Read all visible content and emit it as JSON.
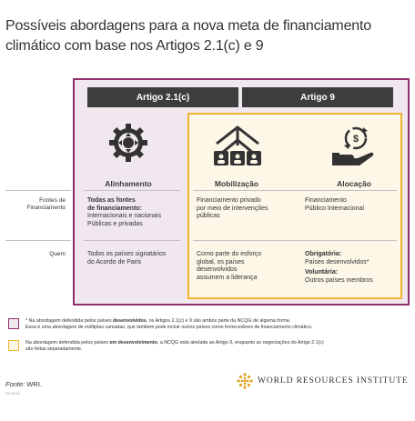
{
  "title": "Possíveis abordagens para a nova meta de financiamento climático com base nos Artigos 2.1(c) e 9",
  "headers": {
    "article21": "Artigo 2.1(c)",
    "article9": "Artigo 9"
  },
  "columns": {
    "alignment": "Alinhamento",
    "mobilization": "Mobilização",
    "allocation": "Alocação"
  },
  "rows": {
    "sources_label_1": "Fontes de",
    "sources_label_2": "Financiamento",
    "who_label": "Quem"
  },
  "cells": {
    "alignment_sources_bold_1": "Todas as fontes",
    "alignment_sources_bold_2": "de financiamento:",
    "alignment_sources_text_1": "Internacionais e nacionais",
    "alignment_sources_text_2": "Públicas e privadas",
    "mobilization_sources_1": "Financiamento privado",
    "mobilization_sources_2": "por meio de intervenções",
    "mobilization_sources_3": "públicas",
    "allocation_sources_1": "Financiamento",
    "allocation_sources_2": "Público Internacional",
    "alignment_who_1": "Todos os países signatários",
    "alignment_who_2": "do Acordo de Paris",
    "mobilization_who_1": "Como parte do esforço",
    "mobilization_who_2": "global, os países",
    "mobilization_who_3": "desenvolvidos",
    "mobilization_who_4": "assumem a liderança",
    "allocation_who_bold_1": "Obrigatória:",
    "allocation_who_text_1": "Países desenvolvidos*",
    "allocation_who_bold_2": "Voluntária:",
    "allocation_who_text_2": "Outros países membros"
  },
  "legend": {
    "pink_1_pre": "* Na abordagem defendida pelos países ",
    "pink_1_bold": "desenvolvidos",
    "pink_1_post": ", os Artigos 2.1(c) e 9 são ambos parte da NCQG de alguma forma.",
    "pink_2": "Essa é uma abordagem de múltiplas camadas, que também pode incluir outros países como fornecedores de financiamento climático.",
    "yellow_1_pre": "Na abordagem defendida pelos países ",
    "yellow_1_bold": "em desenvolvimento",
    "yellow_1_post": ", a NCQG está atrelada ao Artigo 9, enquanto as negociações do Artigo 2.1(c)",
    "yellow_2": "são feitas separadamente."
  },
  "footer": {
    "source_label": "Fonte:",
    "source_value": " WRI.",
    "date": "23.05.24",
    "org": "WORLD RESOURCES INSTITUTE"
  },
  "colors": {
    "pink_bg": "#f1e8ef",
    "pink_border": "#8e2d6b",
    "yellow_bg": "#fdf7e8",
    "yellow_border": "#f2b52e",
    "header_bg": "#3d3d3d",
    "wri_gold": "#e0a526"
  }
}
